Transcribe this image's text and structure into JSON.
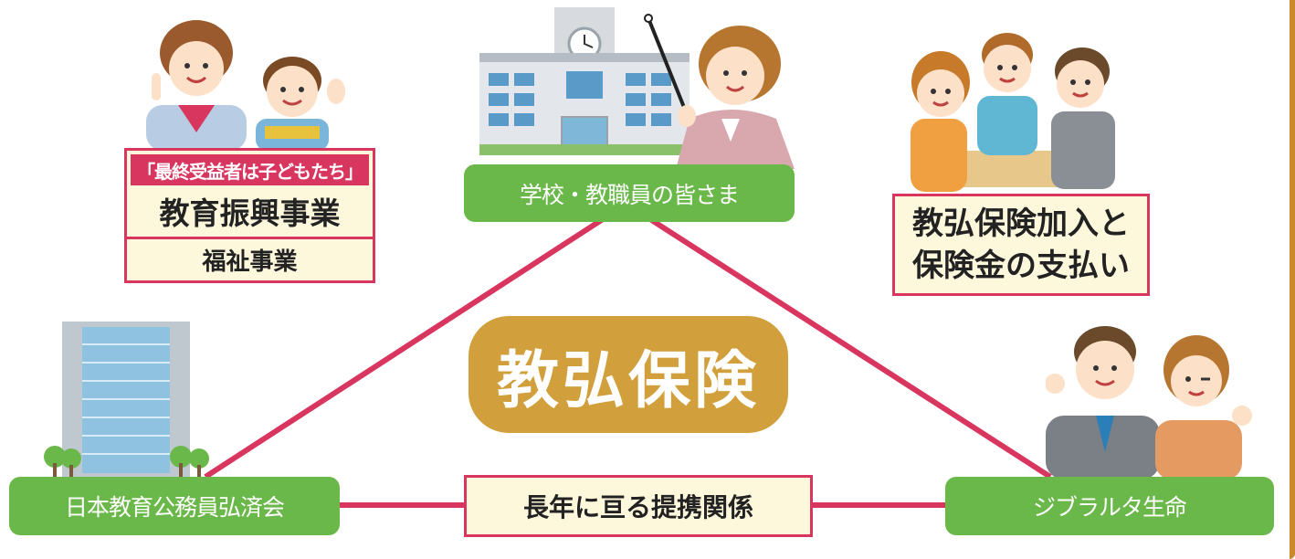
{
  "colors": {
    "green": "#6bb84a",
    "pink": "#d8355f",
    "gold": "#d1a03c",
    "cream": "#fdf7dc"
  },
  "center_label": "教弘保険",
  "nodes": {
    "school": "学校・教職員の皆さま",
    "foundation": "日本教育公務員弘済会",
    "insurer": "ジブラルタ生命"
  },
  "education_box": {
    "tag": "「最終受益者は子どもたち」",
    "main": "教育振興事業",
    "sub": "福祉事業"
  },
  "insurance_box": {
    "line1": "教弘保険加入と",
    "line2": "保険金の支払い"
  },
  "partnership_label": "長年に亘る提携関係",
  "icons": [
    "children-illustration",
    "school-building-illustration",
    "teacher-illustration",
    "meeting-illustration",
    "office-building-illustration",
    "business-couple-illustration"
  ]
}
